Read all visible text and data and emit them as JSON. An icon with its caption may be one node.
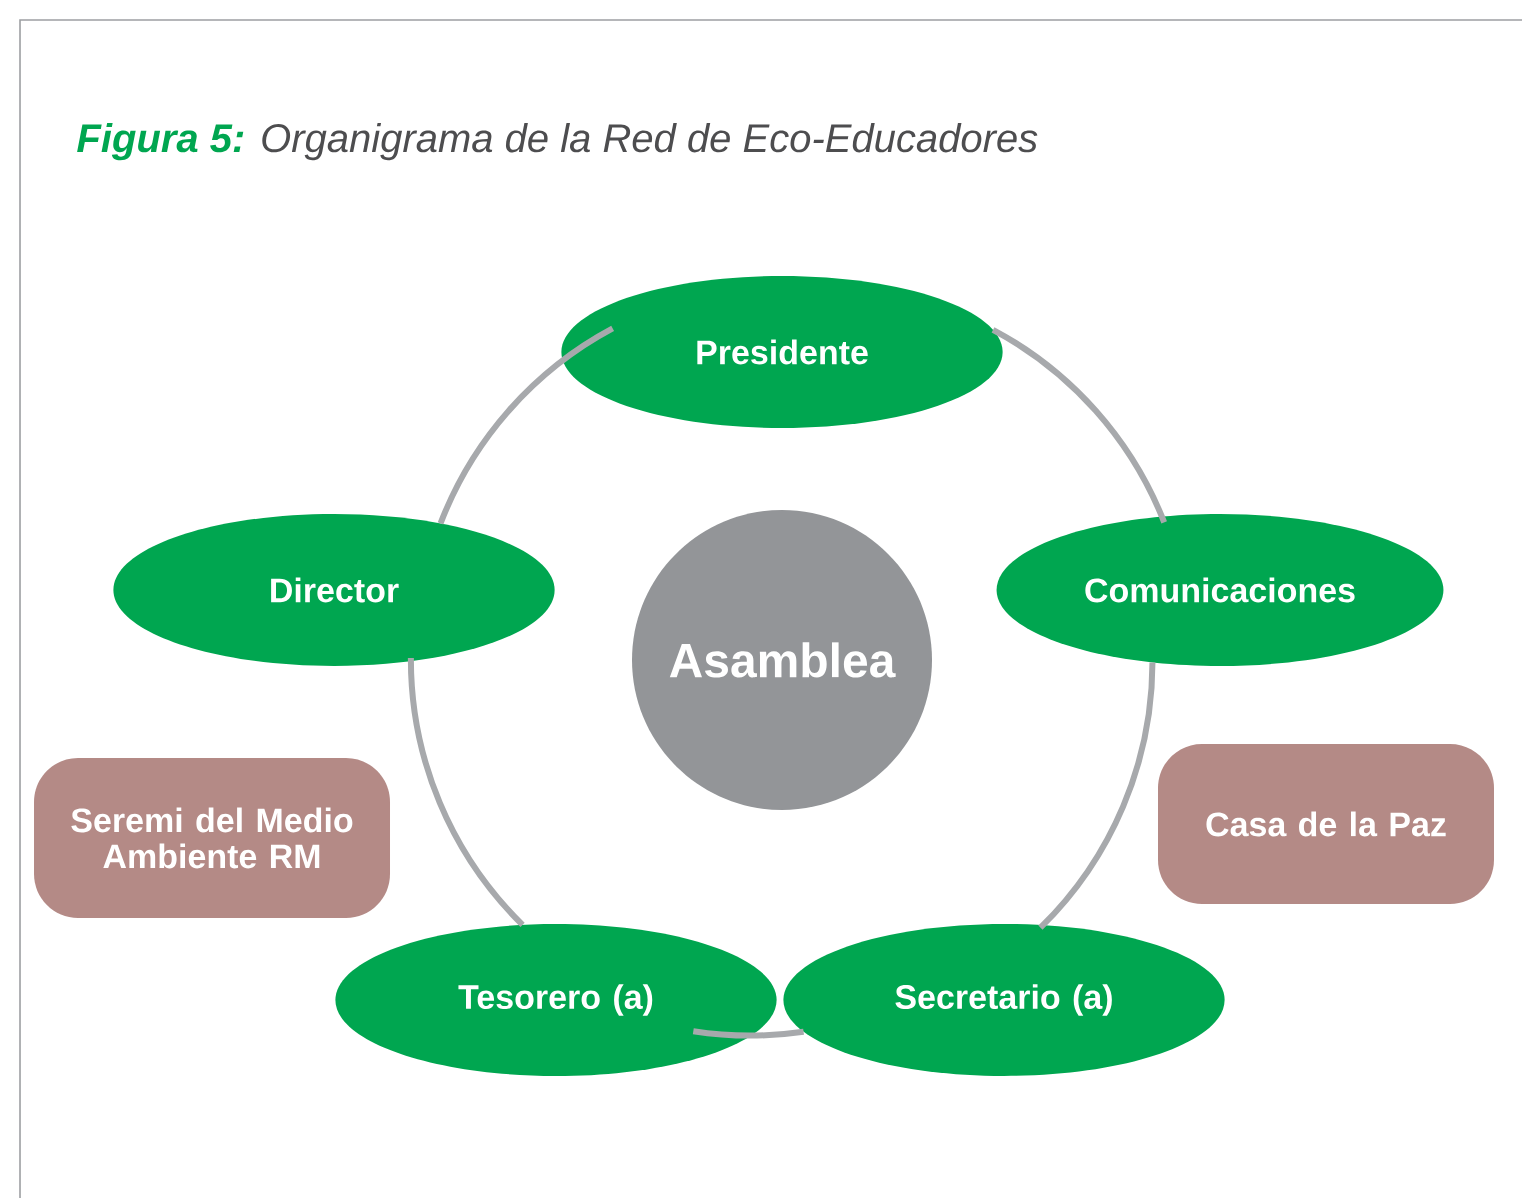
{
  "diagram": {
    "title": "**Figura 5:** Organigrama de la Red de Eco-Educadores",
    "nodes": [
      {
        "text": [
          "Asamblea"
        ]
      },
      {
        "text": [
          "Presidente"
        ]
      },
      {
        "text": [
          "Comunicaciones"
        ]
      },
      {
        "text": [
          "Secretario (a)"
        ]
      },
      {
        "text": [
          "Tesorero (a)"
        ]
      },
      {
        "text": [
          "Director"
        ]
      },
      {
        "text": [
          "Seremi del Medio Ambiente RM"
        ]
      },
      {
        "text": [
          "Casa de la Paz"
        ]
      }
    ],
    "edges": [
      {
        "from": 1,
        "to": 2,
        "arrow": "none"
      },
      {
        "from": 2,
        "to": 3,
        "arrow": "none"
      },
      {
        "from": 3,
        "to": 4,
        "arrow": "none"
      },
      {
        "from": 4,
        "to": 5,
        "arrow": "none"
      },
      {
        "from": 5,
        "to": 1,
        "arrow": "none"
      }
    ]
  }
}
